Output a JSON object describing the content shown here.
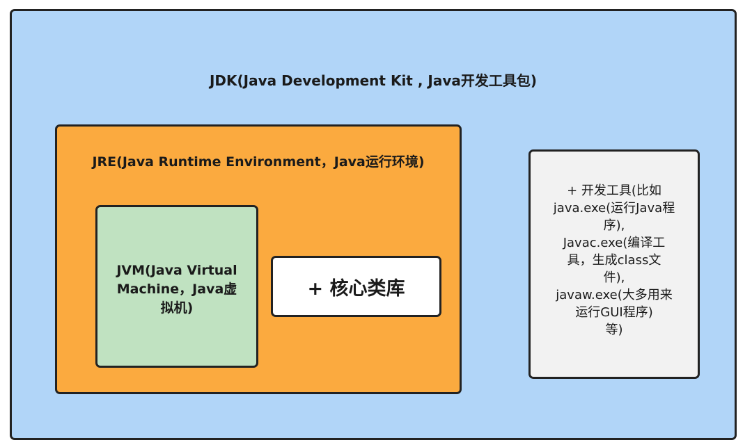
{
  "jdk": {
    "title": "JDK(Java Development Kit , Java开发工具包)"
  },
  "jre": {
    "title": "JRE(Java Runtime Environment，Java运行环境)"
  },
  "jvm": {
    "lines": [
      "JVM(Java Virtual",
      "Machine，Java虚",
      "拟机)"
    ]
  },
  "core_library": {
    "title": "+ 核心类库"
  },
  "dev_tools": {
    "lines": [
      "+ 开发工具(比如",
      "java.exe(运行Java程",
      "序),",
      "Javac.exe(编译工",
      "具，生成class文",
      "件),",
      "javaw.exe(大多用来",
      "运行GUI程序)",
      "等)"
    ]
  },
  "colors": {
    "jdk_fill": "#b1d5f8",
    "jre_fill": "#fbaa3f",
    "jvm_fill": "#c0e2c1",
    "core_library_fill": "#ffffff",
    "dev_tools_fill": "#f2f2f2",
    "border": "#222222"
  }
}
